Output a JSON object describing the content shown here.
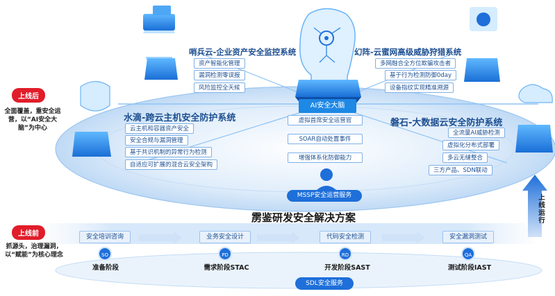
{
  "badges": {
    "after": "上线后",
    "before": "上线前"
  },
  "notes": {
    "after": "全面覆盖，重安全运营，以“AI安全大脑”为中心",
    "before": "抓源头，治理漏洞，以“赋能”为核心理念"
  },
  "systems": {
    "shaobing": {
      "title": "哨兵云-企业资产安全监控系统",
      "tag": "哨兵云",
      "features": [
        "资产智能化管理",
        "漏洞检测零误报",
        "风险监控全天候"
      ]
    },
    "huanzhen": {
      "title": "幻阵-云蜜网高级威胁狩猎系统",
      "tag": "幻阵",
      "features": [
        "多网融合全方位欺骗攻击者",
        "基于行为检测防御0day",
        "设备指纹实现精准溯源"
      ]
    },
    "shuidi": {
      "title": "水滴-跨云主机安全防护系统",
      "tag": "水滴",
      "features": [
        "云主机和容器资产安全",
        "安全合规与漏洞管理",
        "基于共识机制的异常行为检测",
        "自适应可扩展的混合云安全架构"
      ]
    },
    "panshi": {
      "title": "磐石-大数据云安全防护系统",
      "tag": "磐石",
      "features": [
        "全流量AI威胁检测",
        "虚拟化分布式部署",
        "多云无缝整合",
        "三方产品、SDN联动"
      ]
    }
  },
  "brain": {
    "label": "AI安全大脑",
    "features": [
      "虚拟首席安全运营官",
      "SOAR自动处置事件",
      "增强体系化防御能力"
    ]
  },
  "mssp": "MSSP安全运营服务",
  "solution_title": "雳鉴研发安全解决方案",
  "sdl": "SDL安全服务",
  "online_ops": "上线运行",
  "stages": [
    {
      "box": "安全培训咨询",
      "icon": "SO",
      "label": "准备阶段"
    },
    {
      "box": "业务安全设计",
      "icon": "PD",
      "label": "需求阶段STAC"
    },
    {
      "box": "代码安全检测",
      "icon": "RD",
      "label": "开发阶段SAST"
    },
    {
      "box": "安全漏洞测试",
      "icon": "QA",
      "label": "测试阶段IAST"
    }
  ],
  "colors": {
    "accent": "#1e6fd9",
    "badge": "#e11d2a",
    "title": "#1d4f91"
  }
}
